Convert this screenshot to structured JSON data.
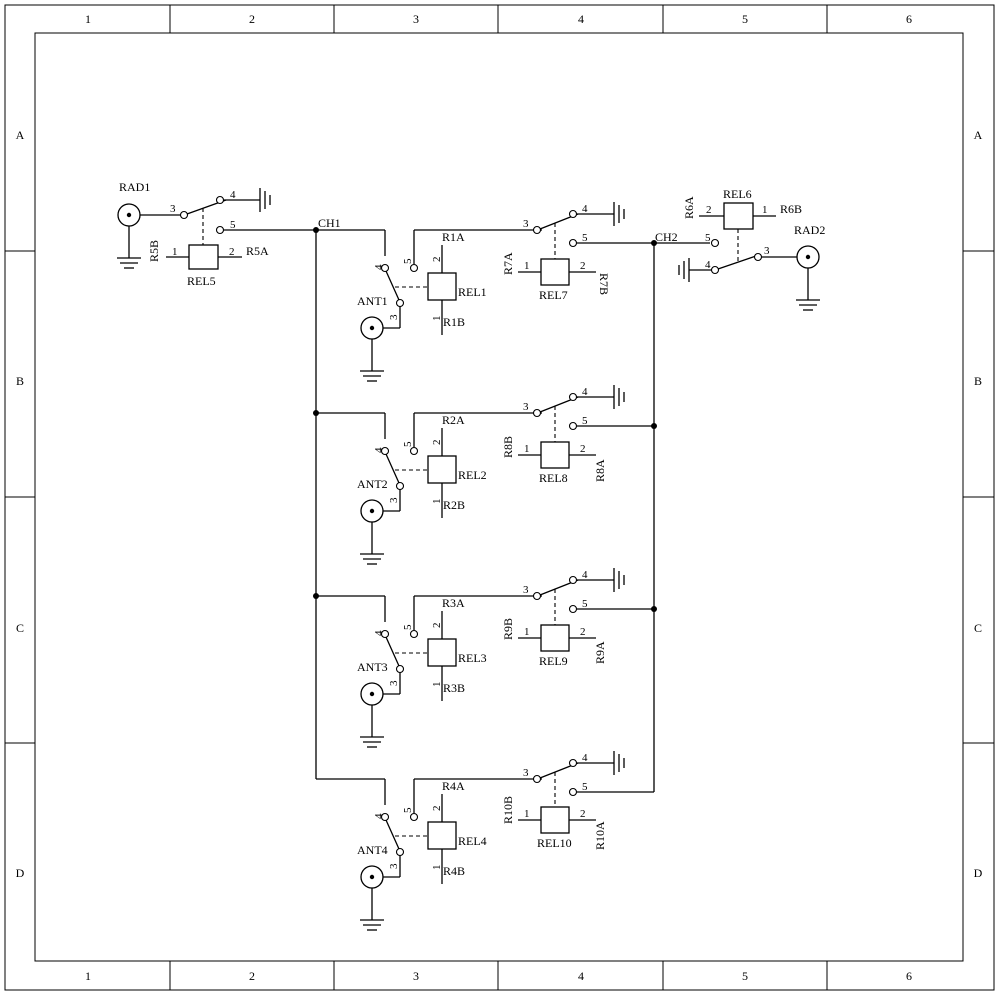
{
  "frame": {
    "columns": [
      "1",
      "2",
      "3",
      "4",
      "5",
      "6"
    ],
    "rows": [
      "A",
      "B",
      "C",
      "D"
    ]
  },
  "nets": {
    "ch1": "CH1",
    "ch2": "CH2"
  },
  "connectors": {
    "rad1": "RAD1",
    "rad2": "RAD2",
    "ant1": "ANT1",
    "ant2": "ANT2",
    "ant3": "ANT3",
    "ant4": "ANT4"
  },
  "relays": {
    "rel1": {
      "name": "REL1",
      "a": "R1A",
      "b": "R1B"
    },
    "rel2": {
      "name": "REL2",
      "a": "R2A",
      "b": "R2B"
    },
    "rel3": {
      "name": "REL3",
      "a": "R3A",
      "b": "R3B"
    },
    "rel4": {
      "name": "REL4",
      "a": "R4A",
      "b": "R4B"
    },
    "rel5": {
      "name": "REL5",
      "a": "R5A",
      "b": "R5B"
    },
    "rel6": {
      "name": "REL6",
      "a": "R6A",
      "b": "R6B"
    },
    "rel7": {
      "name": "REL7",
      "a": "R7A",
      "b": "R7B"
    },
    "rel8": {
      "name": "REL8",
      "a": "R8A",
      "b": "R8B"
    },
    "rel9": {
      "name": "REL9",
      "a": "R9A",
      "b": "R9B"
    },
    "rel10": {
      "name": "REL10",
      "a": "R10A",
      "b": "R10B"
    }
  },
  "pins": {
    "p1": "1",
    "p2": "2",
    "p3": "3",
    "p4": "4",
    "p5": "5"
  }
}
